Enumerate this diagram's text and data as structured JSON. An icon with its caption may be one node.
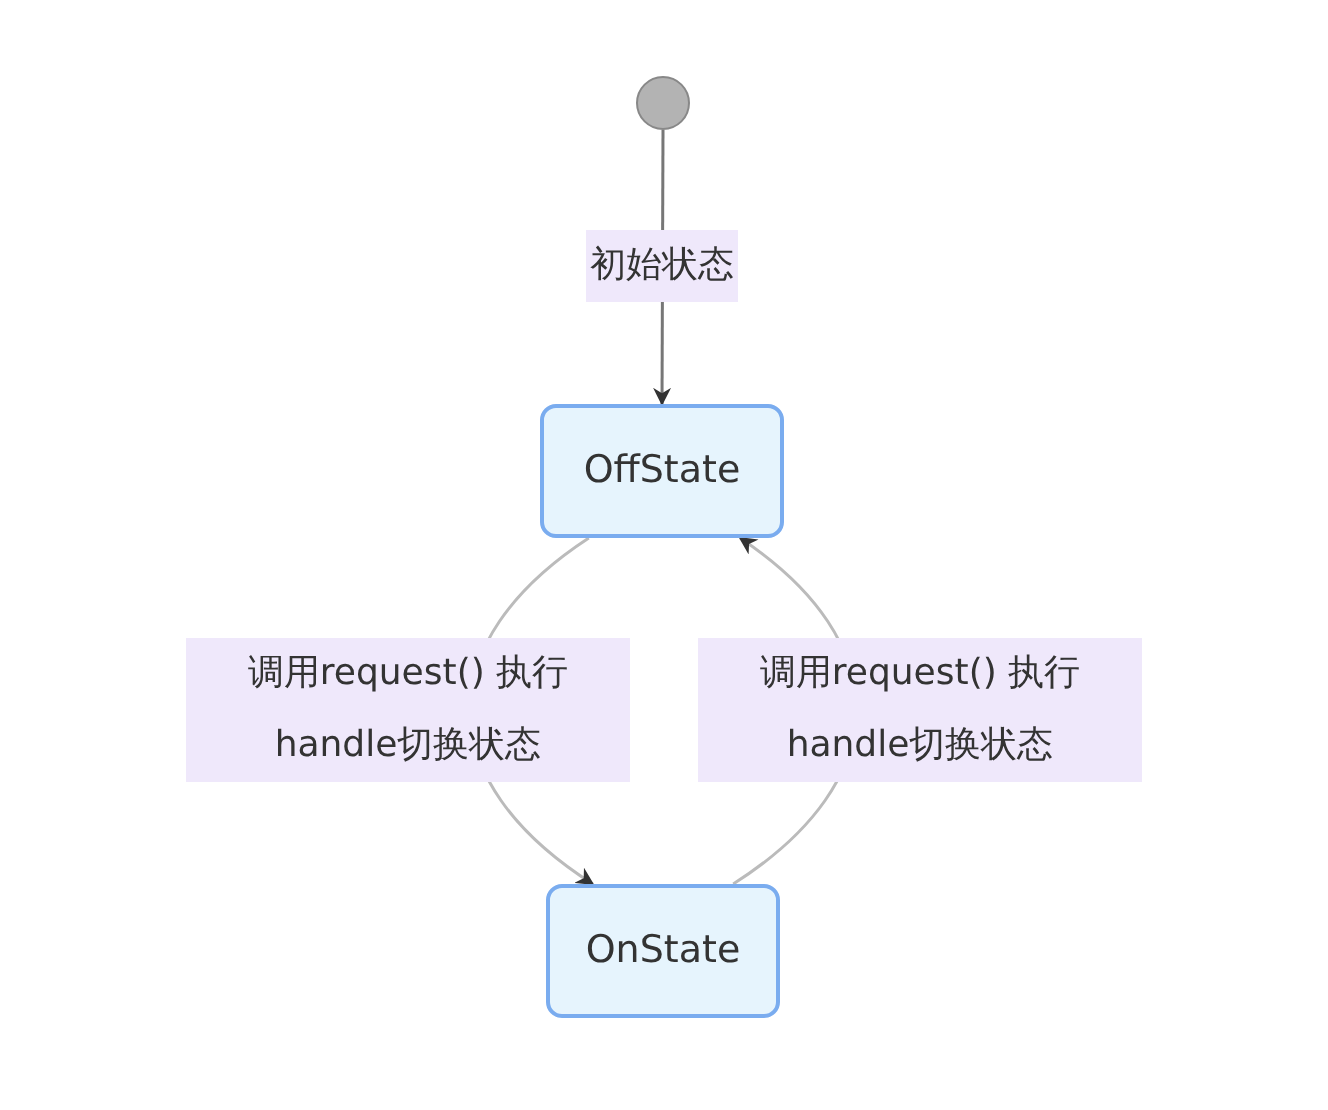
{
  "diagram": {
    "nodes": [
      {
        "text": [],
        "shape": "circle"
      },
      {
        "text": [
          "OffState"
        ]
      },
      {
        "text": [
          "OnState"
        ]
      }
    ],
    "edges": [
      {
        "from": 0,
        "to": 1,
        "arrow": "to",
        "label": "初始状态"
      },
      {
        "from": 1,
        "to": 2,
        "arrow": "to",
        "label": "调用request() 执行handle切换状态"
      },
      {
        "from": 2,
        "to": 1,
        "arrow": "to",
        "label": "调用request() 执行handle切换状态"
      }
    ]
  }
}
